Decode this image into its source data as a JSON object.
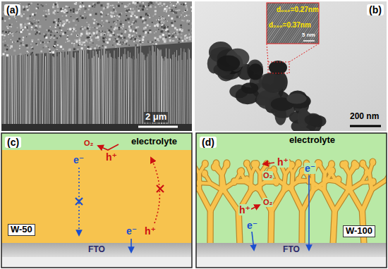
{
  "diagram": {
    "nodes": [
      {
        "text": [
          "electrolyte"
        ]
      },
      {
        "text": [
          "W-50"
        ]
      },
      {
        "text": [
          "FTO"
        ]
      },
      {
        "text": [
          "electrolyte"
        ]
      },
      {
        "text": [
          "FTO"
        ]
      }
    ],
    "labels": [
      "(a)",
      "2 μm",
      "(b)",
      "d₀₀₂=0.27nm",
      "d₂₀₀=0.37nm",
      "5 nm",
      "200 nm",
      "(c)",
      "O₂",
      "h⁺",
      "e⁻",
      "e⁻",
      "h⁺",
      "(d)",
      "h⁺",
      "e⁻",
      "O₂",
      "O₂",
      "h⁺",
      "e⁻",
      "W-100"
    ]
  }
}
